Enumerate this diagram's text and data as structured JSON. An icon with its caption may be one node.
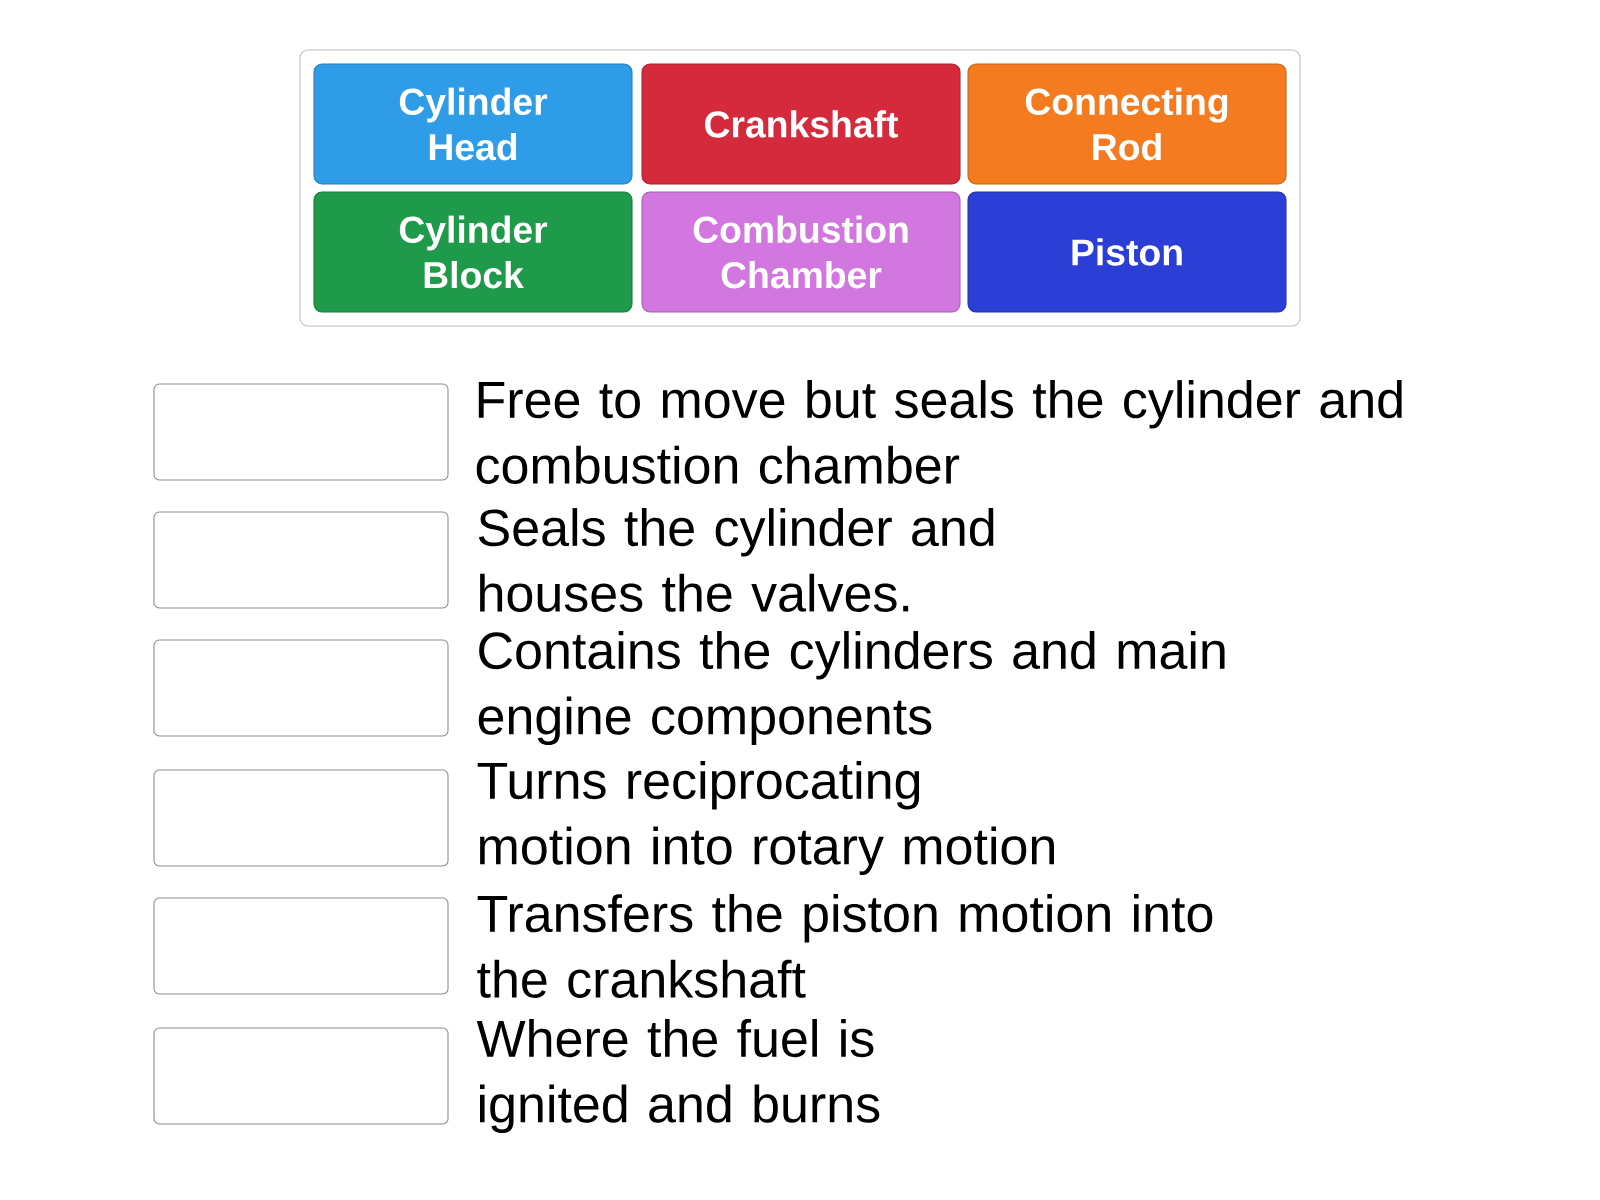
{
  "diagram": {
    "nodes": [
      {
        "text": [],
        "shape": "box"
      },
      {
        "text": [
          "Cylinder Head"
        ],
        "in": 0
      },
      {
        "text": [
          "Crankshaft"
        ],
        "in": 0
      },
      {
        "text": [
          "Connecting Rod"
        ],
        "in": 0
      },
      {
        "text": [
          "Cylinder Block"
        ],
        "in": 0
      },
      {
        "text": [
          "Combustion Chamber"
        ],
        "in": 0
      },
      {
        "text": [
          "Piston"
        ],
        "in": 0
      },
      {
        "text": [],
        "shape": "box",
        "beside": [
          "Free to move but seals the cylinder and combustion chamber"
        ]
      },
      {
        "text": [],
        "shape": "box",
        "beside": [
          "Seals the cylinder and houses the valves."
        ]
      },
      {
        "text": [],
        "shape": "box",
        "beside": [
          "Contains the cylinders and main engine components"
        ]
      },
      {
        "text": [],
        "shape": "box",
        "beside": [
          "Turns reciprocating motion into rotary motion"
        ]
      },
      {
        "text": [],
        "shape": "box",
        "beside": [
          "Transfers the piston motion into the crankshaft"
        ]
      },
      {
        "text": [],
        "shape": "box",
        "beside": [
          "Where the fuel is ignited and burns"
        ]
      }
    ]
  }
}
